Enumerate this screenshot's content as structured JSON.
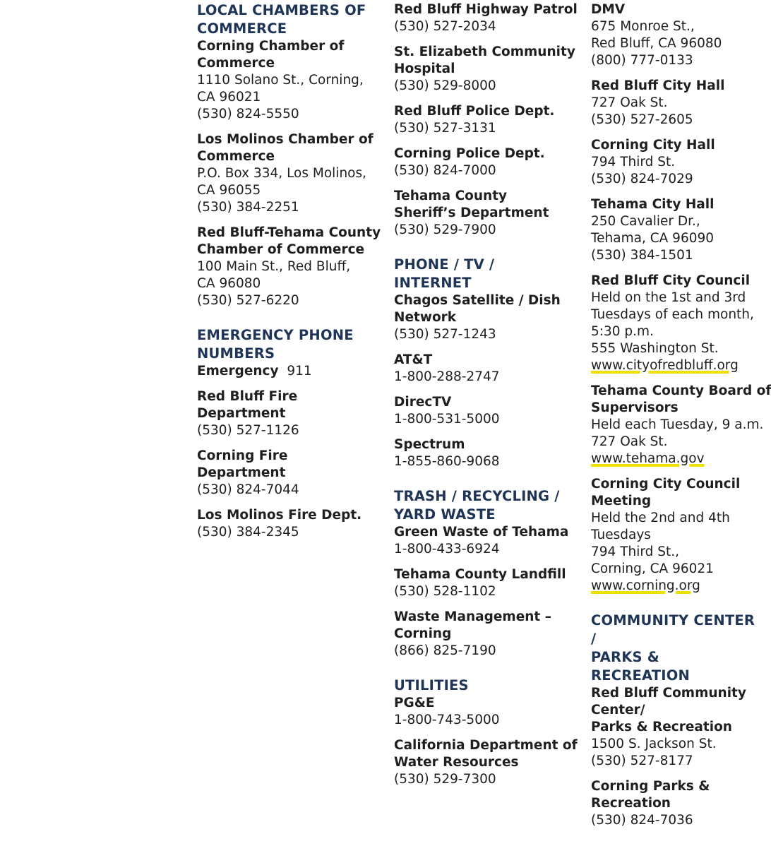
{
  "columns": [
    {
      "sections": [
        {
          "heading": [
            "Local Chambers of",
            "Commerce"
          ],
          "entries": [
            {
              "lines": [
                {
                  "text": "Corning Chamber of",
                  "bold": true
                },
                {
                  "text": "Commerce",
                  "bold": true
                },
                {
                  "text": "1110 Solano St., Corning,"
                },
                {
                  "text": "CA 96021"
                },
                {
                  "text": "(530) 824-5550"
                }
              ]
            },
            {
              "lines": [
                {
                  "text": "Los Molinos Chamber of",
                  "bold": true
                },
                {
                  "text": "Commerce",
                  "bold": true
                },
                {
                  "text": "P.O. Box 334, Los Molinos,"
                },
                {
                  "text": "CA 96055"
                },
                {
                  "text": "(530) 384-2251"
                }
              ]
            },
            {
              "lines": [
                {
                  "text": "Red Bluff-Tehama County",
                  "bold": true
                },
                {
                  "text": "Chamber of Commerce",
                  "bold": true
                },
                {
                  "text": "100 Main St., Red Bluff,"
                },
                {
                  "text": "CA 96080"
                },
                {
                  "text": "(530) 527-6220"
                }
              ]
            }
          ]
        },
        {
          "heading": [
            "Emergency Phone",
            "Numbers"
          ],
          "entries": [
            {
              "lines": [
                {
                  "text": "Emergency",
                  "bold": true,
                  "suffix": "  911"
                }
              ]
            },
            {
              "lines": [
                {
                  "text": "Red Bluff Fire",
                  "bold": true
                },
                {
                  "text": "Department",
                  "bold": true
                },
                {
                  "text": "(530) 527-1126"
                }
              ]
            },
            {
              "lines": [
                {
                  "text": "Corning Fire",
                  "bold": true
                },
                {
                  "text": "Department",
                  "bold": true
                },
                {
                  "text": "(530) 824-7044"
                }
              ]
            },
            {
              "lines": [
                {
                  "text": "Los Molinos Fire Dept.",
                  "bold": true
                },
                {
                  "text": "(530) 384-2345"
                }
              ]
            }
          ]
        }
      ]
    },
    {
      "sections": [
        {
          "heading": [],
          "entries": [
            {
              "lines": [
                {
                  "text": "Red Bluff Highway Patrol",
                  "bold": true
                },
                {
                  "text": "(530) 527-2034"
                }
              ]
            },
            {
              "lines": [
                {
                  "text": "St. Elizabeth Community",
                  "bold": true
                },
                {
                  "text": "Hospital",
                  "bold": true
                },
                {
                  "text": "(530) 529-8000"
                }
              ]
            },
            {
              "lines": [
                {
                  "text": "Red Bluff Police Dept.",
                  "bold": true
                },
                {
                  "text": "(530) 527-3131"
                }
              ]
            },
            {
              "lines": [
                {
                  "text": "Corning Police Dept.",
                  "bold": true
                },
                {
                  "text": "(530) 824-7000"
                }
              ]
            },
            {
              "lines": [
                {
                  "text": "Tehama County",
                  "bold": true
                },
                {
                  "text": "Sheriff’s Department",
                  "bold": true
                },
                {
                  "text": "(530) 529-7900"
                }
              ]
            }
          ]
        },
        {
          "heading": [
            "Phone / TV /",
            "Internet"
          ],
          "entries": [
            {
              "lines": [
                {
                  "text": "Chagos Satellite / Dish",
                  "bold": true
                },
                {
                  "text": "Network",
                  "bold": true
                },
                {
                  "text": "(530) 527-1243"
                }
              ]
            },
            {
              "lines": [
                {
                  "text": "AT&T",
                  "bold": true
                },
                {
                  "text": "1-800-288-2747"
                }
              ]
            },
            {
              "lines": [
                {
                  "text": "DirecTV",
                  "bold": true
                },
                {
                  "text": "1-800-531-5000"
                }
              ]
            },
            {
              "lines": [
                {
                  "text": "Spectrum",
                  "bold": true
                },
                {
                  "text": "1-855-860-9068"
                }
              ]
            }
          ]
        },
        {
          "heading": [
            "Trash / Recycling /",
            "Yard Waste"
          ],
          "entries": [
            {
              "lines": [
                {
                  "text": "Green Waste of Tehama",
                  "bold": true
                },
                {
                  "text": "1-800-433-6924"
                }
              ]
            },
            {
              "lines": [
                {
                  "text": "Tehama County Landfill",
                  "bold": true
                },
                {
                  "text": "(530) 528-1102"
                }
              ]
            },
            {
              "lines": [
                {
                  "text": "Waste Management –",
                  "bold": true
                },
                {
                  "text": "Corning",
                  "bold": true
                },
                {
                  "text": "(866) 825-7190"
                }
              ]
            }
          ]
        },
        {
          "heading": [
            "Utilities"
          ],
          "entries": [
            {
              "lines": [
                {
                  "text": "PG&E",
                  "bold": true
                },
                {
                  "text": "1-800-743-5000"
                }
              ]
            },
            {
              "lines": [
                {
                  "text": "California Department of",
                  "bold": true
                },
                {
                  "text": "Water Resources",
                  "bold": true
                },
                {
                  "text": "(530) 529-7300"
                }
              ]
            }
          ]
        }
      ]
    },
    {
      "sections": [
        {
          "heading": [],
          "entries": [
            {
              "lines": [
                {
                  "text": "DMV",
                  "bold": true
                },
                {
                  "text": "675 Monroe St.,"
                },
                {
                  "text": "Red Bluff, CA 96080"
                },
                {
                  "text": "(800) 777-0133"
                }
              ]
            },
            {
              "lines": [
                {
                  "text": "Red Bluff City Hall",
                  "bold": true
                },
                {
                  "text": "727 Oak St."
                },
                {
                  "text": "(530) 527-2605"
                }
              ]
            },
            {
              "lines": [
                {
                  "text": "Corning City Hall",
                  "bold": true
                },
                {
                  "text": "794 Third St."
                },
                {
                  "text": "(530) 824-7029"
                }
              ]
            },
            {
              "lines": [
                {
                  "text": "Tehama City Hall",
                  "bold": true
                },
                {
                  "text": "250 Cavalier Dr.,"
                },
                {
                  "text": "Tehama, CA 96090"
                },
                {
                  "text": "(530) 384-1501"
                }
              ]
            },
            {
              "lines": [
                {
                  "text": "Red Bluff City Council",
                  "bold": true
                },
                {
                  "text": "Held on the 1st and 3rd"
                },
                {
                  "text": "Tuesdays of each month,"
                },
                {
                  "text": "5:30 p.m."
                },
                {
                  "text": "555 Washington St."
                },
                {
                  "text": "www.cityofredbluff.org",
                  "link": true
                }
              ]
            },
            {
              "lines": [
                {
                  "text": "Tehama County Board of",
                  "bold": true
                },
                {
                  "text": "Supervisors",
                  "bold": true
                },
                {
                  "text": "Held each Tuesday, 9 a.m."
                },
                {
                  "text": "727 Oak St."
                },
                {
                  "text": "www.tehama.gov",
                  "link": true
                }
              ]
            },
            {
              "lines": [
                {
                  "text": "Corning City Council",
                  "bold": true
                },
                {
                  "text": "Meeting",
                  "bold": true
                },
                {
                  "text": "Held the 2nd and 4th"
                },
                {
                  "text": "Tuesdays"
                },
                {
                  "text": "794 Third St.,"
                },
                {
                  "text": "Corning, CA 96021"
                },
                {
                  "text": "www.corning.org",
                  "link": true
                }
              ]
            }
          ]
        },
        {
          "heading": [
            "Community Center /",
            "Parks & Recreation"
          ],
          "entries": [
            {
              "lines": [
                {
                  "text": "Red Bluff Community",
                  "bold": true
                },
                {
                  "text": "Center/",
                  "bold": true
                },
                {
                  "text": "Parks & Recreation",
                  "bold": true
                },
                {
                  "text": "1500 S. Jackson St."
                },
                {
                  "text": "(530) 527-8177"
                }
              ]
            },
            {
              "lines": [
                {
                  "text": "Corning Parks &",
                  "bold": true
                },
                {
                  "text": "Recreation",
                  "bold": true
                },
                {
                  "text": "(530) 824-7036"
                }
              ]
            }
          ]
        }
      ]
    }
  ]
}
